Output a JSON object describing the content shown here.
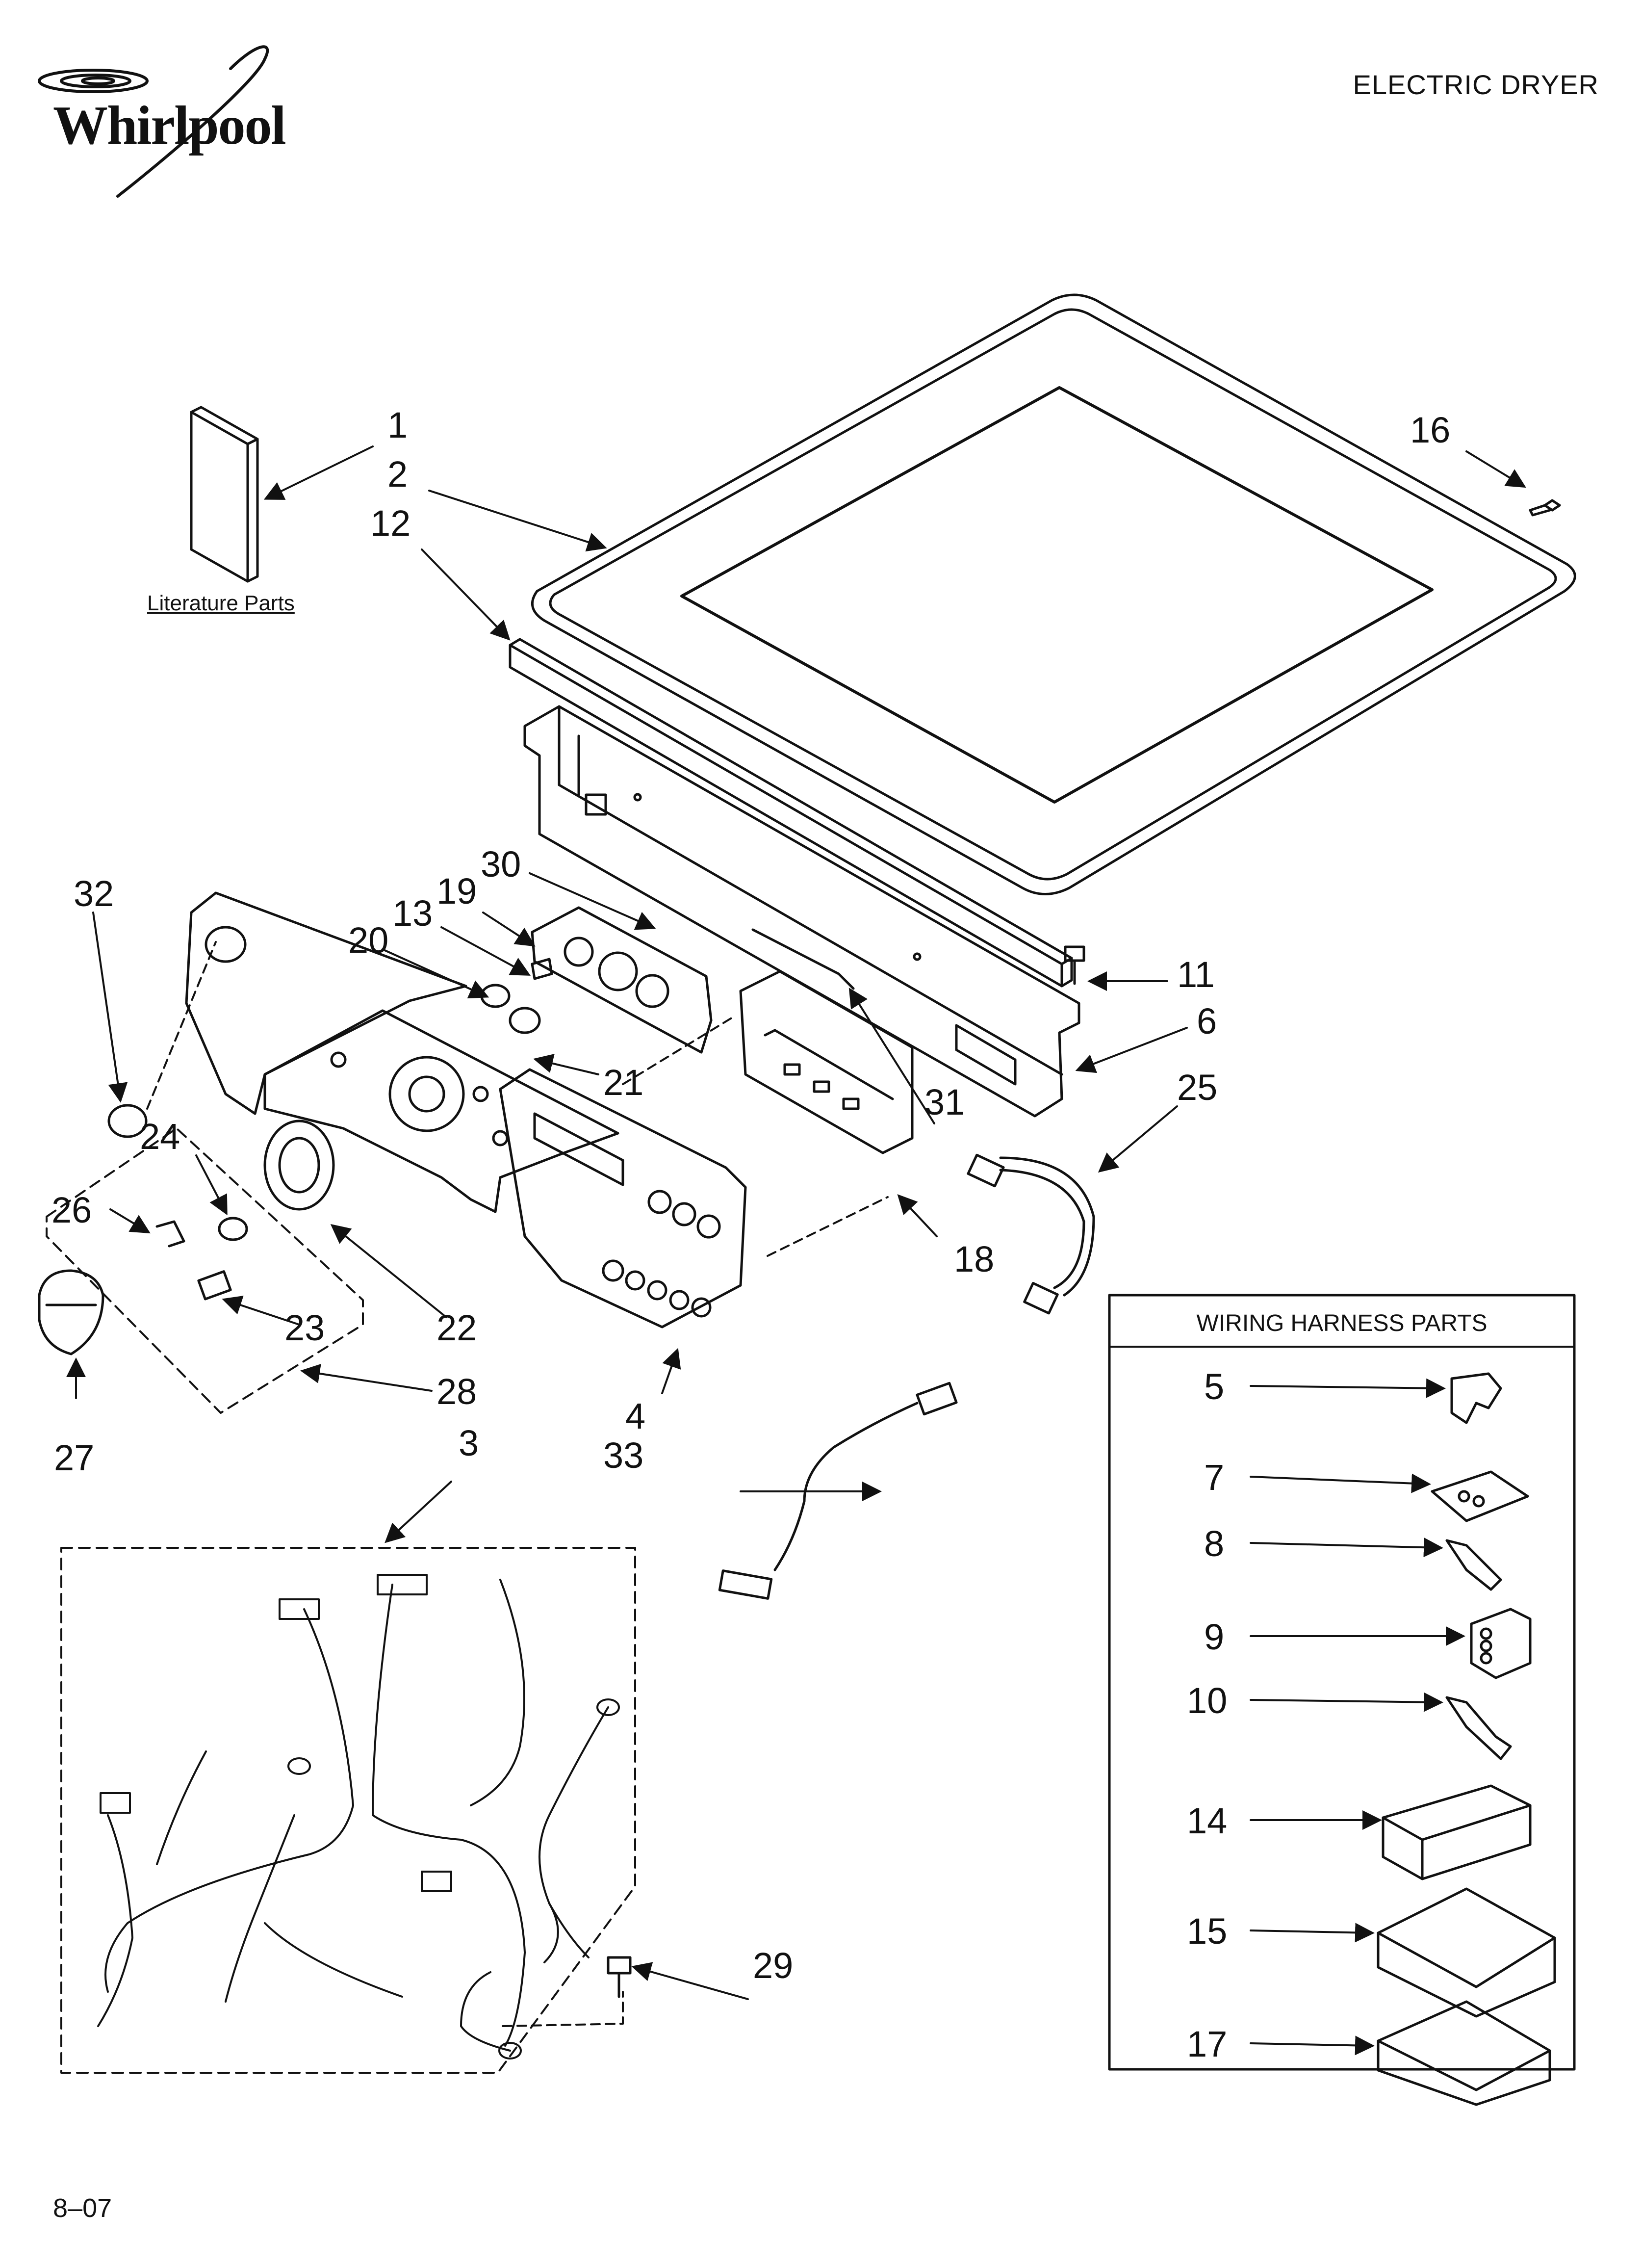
{
  "header": {
    "brand": "Whirlpool",
    "title": "ELECTRIC DRYER"
  },
  "literature_label": "Literature Parts",
  "wiring_harness_title": "WIRING HARNESS PARTS",
  "callouts": {
    "c1": "1",
    "c2": "2",
    "c3": "3",
    "c4": "4",
    "c5": "5",
    "c6": "6",
    "c7": "7",
    "c8": "8",
    "c9": "9",
    "c10": "10",
    "c11": "11",
    "c12": "12",
    "c13": "13",
    "c14": "14",
    "c15": "15",
    "c16": "16",
    "c17": "17",
    "c18": "18",
    "c19": "19",
    "c20": "20",
    "c21": "21",
    "c22": "22",
    "c23": "23",
    "c24": "24",
    "c25": "25",
    "c26": "26",
    "c27": "27",
    "c28": "28",
    "c29": "29",
    "c30": "30",
    "c31": "31",
    "c32": "32",
    "c33": "33"
  },
  "footer": {
    "code": "8–07"
  }
}
